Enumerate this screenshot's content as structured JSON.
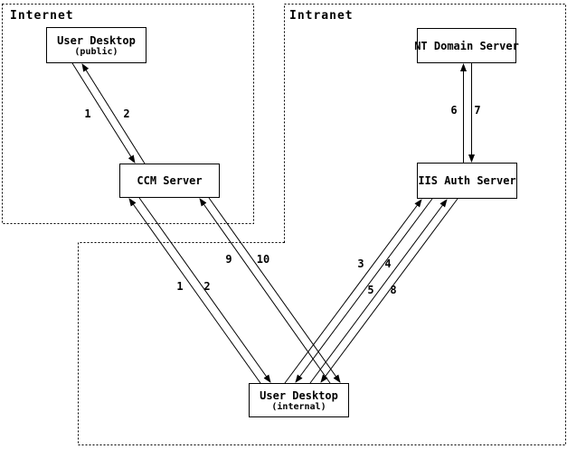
{
  "zones": {
    "internet": {
      "label": "Internet"
    },
    "intranet": {
      "label": "Intranet"
    }
  },
  "nodes": {
    "user_desktop_public": {
      "title": "User Desktop",
      "subtitle": "(public)"
    },
    "ccm_server": {
      "title": "CCM Server"
    },
    "nt_domain_server": {
      "title": "NT Domain Server"
    },
    "iis_auth_server": {
      "title": "IIS Auth Server"
    },
    "user_desktop_internal": {
      "title": "User Desktop",
      "subtitle": "(internal)"
    }
  },
  "flow_labels": {
    "public_1": "1",
    "public_2": "2",
    "internal_1": "1",
    "internal_2": "2",
    "step_3": "3",
    "step_4": "4",
    "step_5": "5",
    "step_6": "6",
    "step_7": "7",
    "step_8": "8",
    "step_9": "9",
    "step_10": "10"
  },
  "colors": {
    "line": "#000000",
    "background": "#ffffff"
  }
}
